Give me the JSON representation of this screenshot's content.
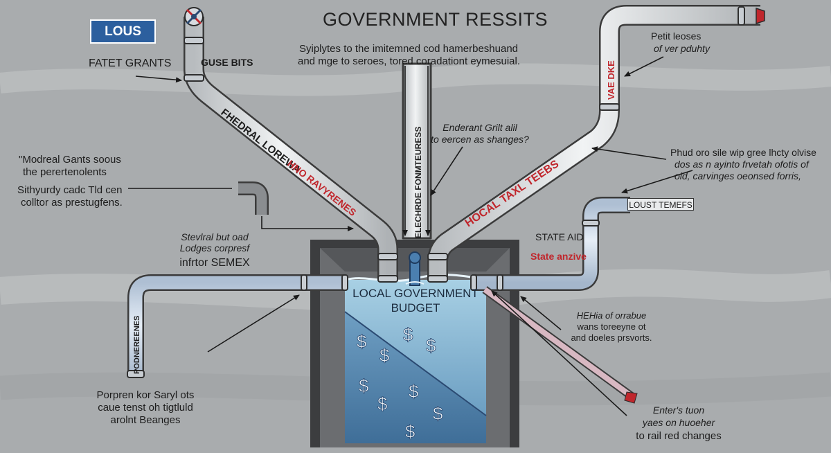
{
  "title": "GOVERNMENT RESSITS",
  "badge": "LOUS",
  "header": {
    "line1": "Syiplytes to the imitemned cod hamerbeshuand",
    "line2": "and mge to seroes, tored coradationt eymesuial."
  },
  "labels": {
    "fatet_grants": "FATET GRANTS",
    "guse_bits": "GUSE BITS",
    "modreal_1": "\"Modreal Gants soous",
    "modreal_2": "the perertenolents",
    "sithyurdy_1": "Sithyurdy cadc Tld cen",
    "sithyurdy_2": "colltor as prestugfens.",
    "stevral_1": "Stevlral but oad",
    "stevral_2": "Lodges corpresf",
    "stevral_3": "infrtor SEMEX",
    "porpren_1": "Porpren kor Saryl ots",
    "porpren_2": "caue tenst oh tigtluld",
    "porpren_3": "arolnt Beanges",
    "enderant_1": "Enderant Grilt alil",
    "enderant_2": "to eercen as shanges?",
    "petit_1": "Petit leoses",
    "petit_2": "of ver pduhty",
    "phud_1": "Phud oro sile wip gree lhcty olvise",
    "phud_2": "dos as n ayinto frvetah ofotis of",
    "phud_3": "oid, carvinges oeonsed forris,",
    "state_aid": "STATE AID",
    "state_anzive": "State anzive",
    "loust_temefs": "LOUST TEMEFS",
    "hehia_1": "HEHia of orrabue",
    "hehia_2": "wans toreeyne ot",
    "hehia_3": "and doeles prsvorts.",
    "enters_1": "Enter's tuon",
    "enters_2": "yaes on huoeher",
    "enters_3": "to rail red changes",
    "tank_1": "LOCAL GOVERNMENT",
    "tank_2": "BUDGET"
  },
  "pipe_labels": {
    "federal": "FHEDRAL LOREWA",
    "federal_red": "HNO RAVYRENES",
    "local_tax": "HOCAL TAXL TEEBS",
    "vertical_center": "ELECHRDE FONMTEURESS",
    "vertical_right": "VAE DKE",
    "vertical_left": "PODNEREENES"
  },
  "symbols": {
    "dollar": "$"
  },
  "colors": {
    "background": "#a9acae",
    "pipe": "#dfe2e4",
    "pipe_blue": "#cad9ea",
    "water": "#8fb9d2",
    "water_deep": "#5c8fb5",
    "tank_frame": "#3c3d3f",
    "badge": "#2c5f9e",
    "accent_red": "#c0262c",
    "dark_blue": "#2b4a72"
  }
}
